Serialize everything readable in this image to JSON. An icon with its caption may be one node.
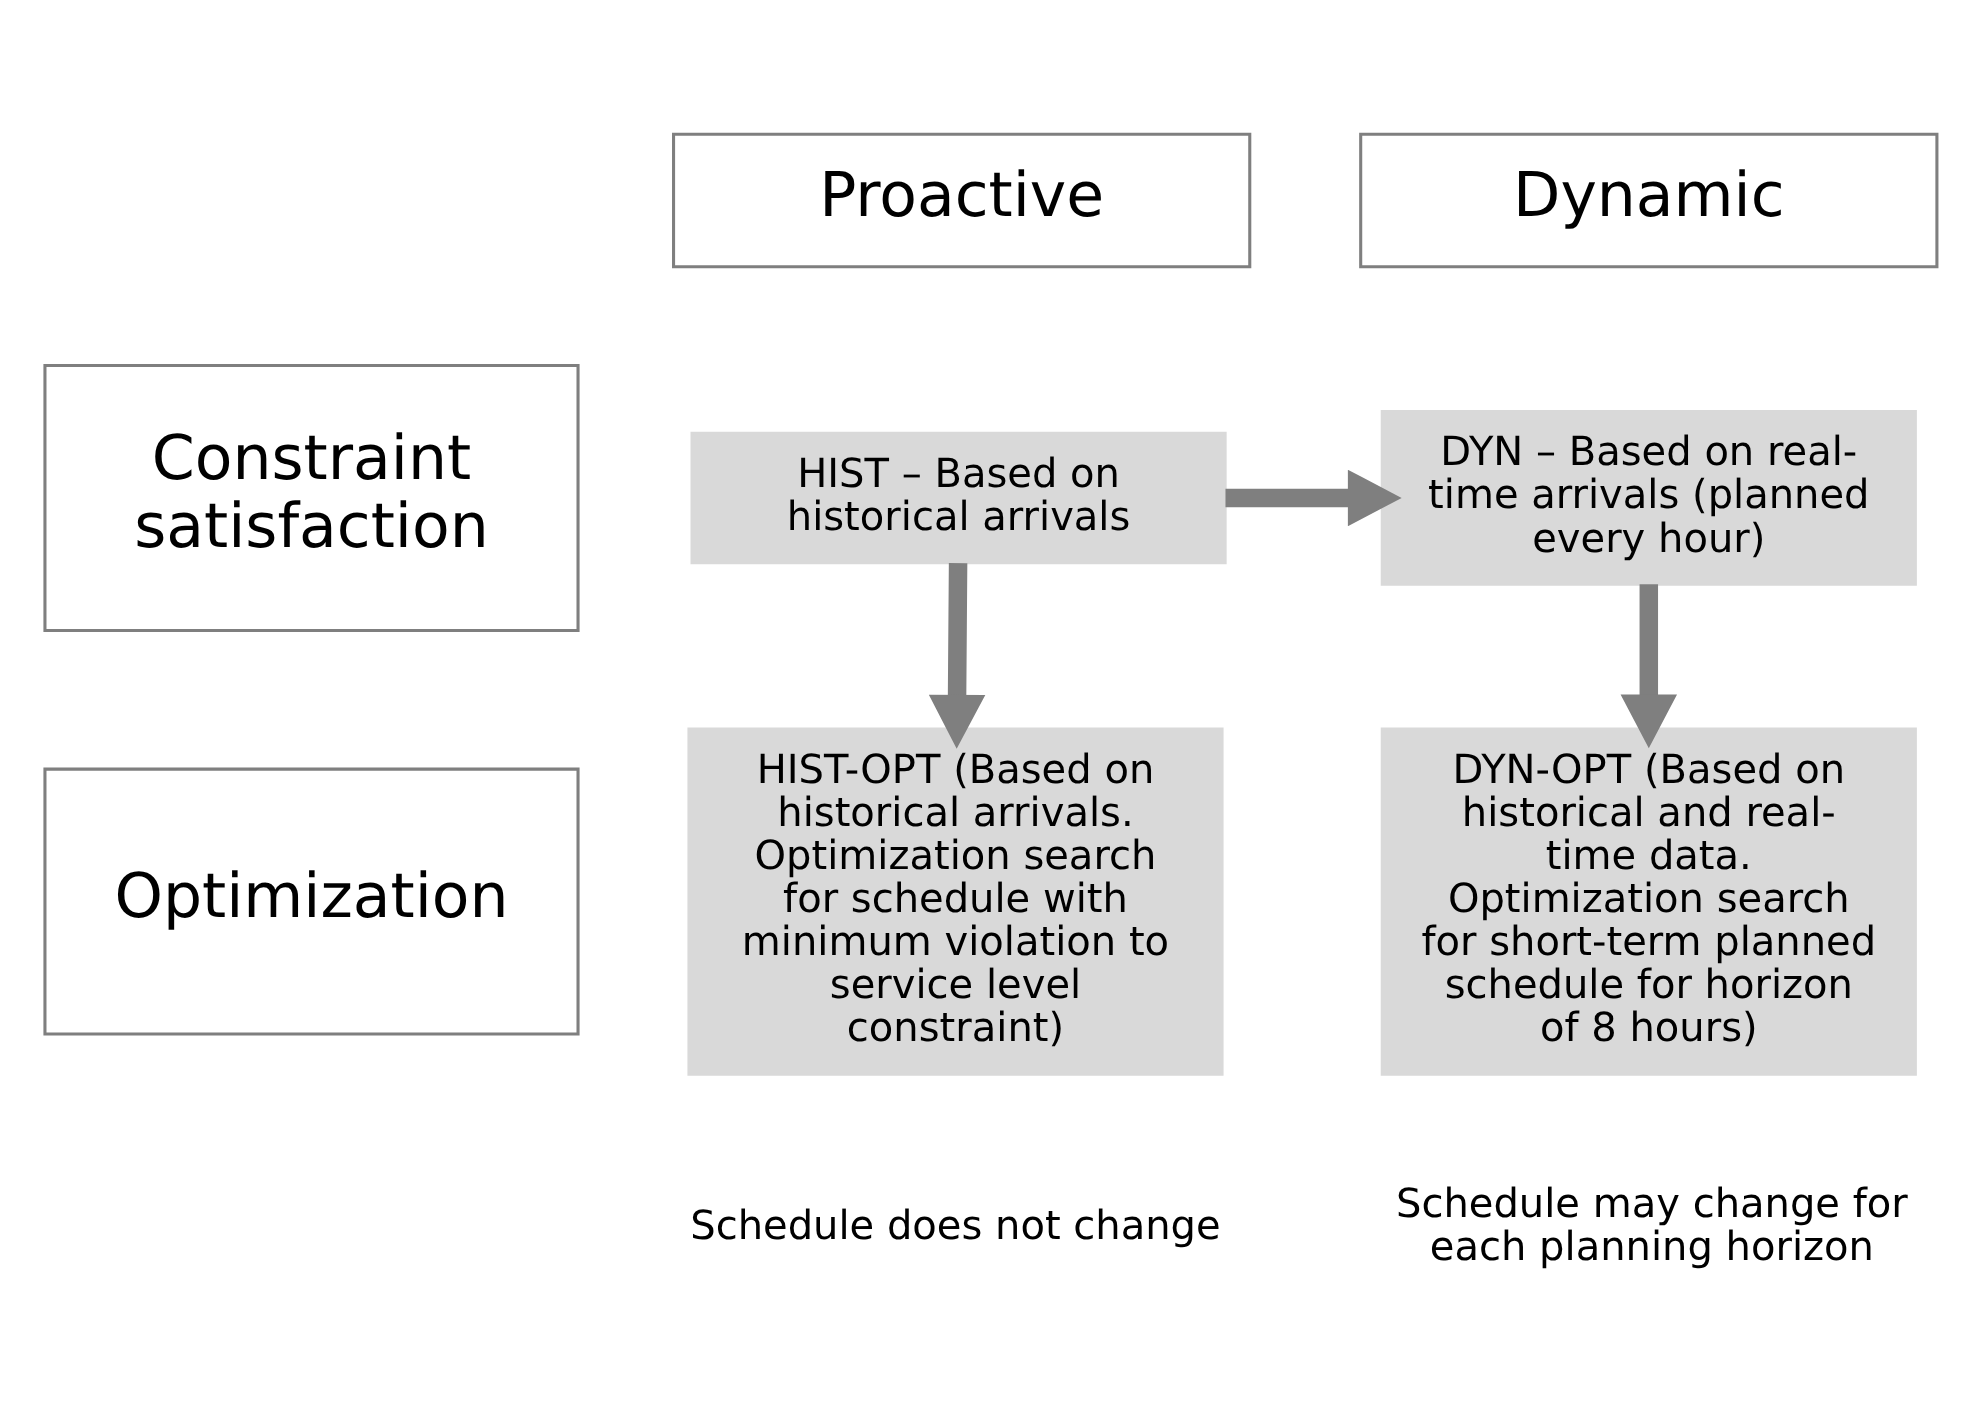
{
  "diagram": {
    "nodes": [
      {
        "text": [
          "Proactive"
        ]
      },
      {
        "text": [
          "Dynamic"
        ]
      },
      {
        "text": [
          "Constraint satisfaction"
        ]
      },
      {
        "text": [
          "Optimization"
        ]
      },
      {
        "text": [
          "HIST – Based on historical arrivals"
        ]
      },
      {
        "text": [
          "DYN – Based on real-time arrivals (planned every hour)"
        ]
      },
      {
        "text": [
          "HIST-OPT (Based on historical arrivals. Optimization search for schedule with minimum violation to service level constraint)"
        ]
      },
      {
        "text": [
          "DYN-OPT (Based on historical and real-time data. Optimization search for short-term planned schedule for horizon of 8 hours)"
        ]
      }
    ],
    "edges": [
      {
        "from": 4,
        "to": 5,
        "arrow": "to"
      },
      {
        "from": 4,
        "to": 6,
        "arrow": "to"
      },
      {
        "from": 5,
        "to": 7,
        "arrow": "to"
      }
    ],
    "labels": [
      "Schedule does not change",
      "Schedule may change for each planning horizon"
    ]
  }
}
